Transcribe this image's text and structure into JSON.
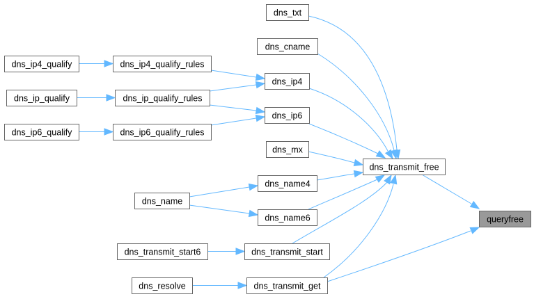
{
  "graph": {
    "nodes": [
      {
        "id": "dns_txt",
        "label": "dns_txt"
      },
      {
        "id": "dns_cname",
        "label": "dns_cname"
      },
      {
        "id": "dns_ip4_qualify",
        "label": "dns_ip4_qualify"
      },
      {
        "id": "dns_ip4_qualify_rules",
        "label": "dns_ip4_qualify_rules"
      },
      {
        "id": "dns_ip4",
        "label": "dns_ip4"
      },
      {
        "id": "dns_ip_qualify",
        "label": "dns_ip_qualify"
      },
      {
        "id": "dns_ip_qualify_rules",
        "label": "dns_ip_qualify_rules"
      },
      {
        "id": "dns_ip6",
        "label": "dns_ip6"
      },
      {
        "id": "dns_ip6_qualify",
        "label": "dns_ip6_qualify"
      },
      {
        "id": "dns_ip6_qualify_rules",
        "label": "dns_ip6_qualify_rules"
      },
      {
        "id": "dns_mx",
        "label": "dns_mx"
      },
      {
        "id": "dns_transmit_free",
        "label": "dns_transmit_free"
      },
      {
        "id": "dns_name4",
        "label": "dns_name4"
      },
      {
        "id": "dns_name",
        "label": "dns_name"
      },
      {
        "id": "dns_name6",
        "label": "dns_name6"
      },
      {
        "id": "queryfree",
        "label": "queryfree",
        "highlight": true
      },
      {
        "id": "dns_transmit_start6",
        "label": "dns_transmit_start6"
      },
      {
        "id": "dns_transmit_start",
        "label": "dns_transmit_start"
      },
      {
        "id": "dns_resolve",
        "label": "dns_resolve"
      },
      {
        "id": "dns_transmit_get",
        "label": "dns_transmit_get"
      }
    ],
    "edges": [
      {
        "from": "dns_ip4_qualify",
        "to": "dns_ip4_qualify_rules"
      },
      {
        "from": "dns_ip4_qualify_rules",
        "to": "dns_ip4"
      },
      {
        "from": "dns_ip_qualify",
        "to": "dns_ip_qualify_rules"
      },
      {
        "from": "dns_ip_qualify_rules",
        "to": "dns_ip4"
      },
      {
        "from": "dns_ip_qualify_rules",
        "to": "dns_ip6"
      },
      {
        "from": "dns_ip6_qualify",
        "to": "dns_ip6_qualify_rules"
      },
      {
        "from": "dns_ip6_qualify_rules",
        "to": "dns_ip6"
      },
      {
        "from": "dns_txt",
        "to": "dns_transmit_free"
      },
      {
        "from": "dns_cname",
        "to": "dns_transmit_free"
      },
      {
        "from": "dns_ip4",
        "to": "dns_transmit_free"
      },
      {
        "from": "dns_ip6",
        "to": "dns_transmit_free"
      },
      {
        "from": "dns_mx",
        "to": "dns_transmit_free"
      },
      {
        "from": "dns_name4",
        "to": "dns_transmit_free"
      },
      {
        "from": "dns_name6",
        "to": "dns_transmit_free"
      },
      {
        "from": "dns_transmit_start",
        "to": "dns_transmit_free"
      },
      {
        "from": "dns_transmit_get",
        "to": "dns_transmit_free"
      },
      {
        "from": "dns_name",
        "to": "dns_name4"
      },
      {
        "from": "dns_name",
        "to": "dns_name6"
      },
      {
        "from": "dns_transmit_start6",
        "to": "dns_transmit_start"
      },
      {
        "from": "dns_resolve",
        "to": "dns_transmit_get"
      },
      {
        "from": "dns_transmit_free",
        "to": "queryfree"
      },
      {
        "from": "dns_transmit_get",
        "to": "queryfree"
      }
    ]
  },
  "colors": {
    "edge": "#63b8ff",
    "node_border": "#666666",
    "node_fill": "#ffffff",
    "highlight_fill": "#999999"
  }
}
